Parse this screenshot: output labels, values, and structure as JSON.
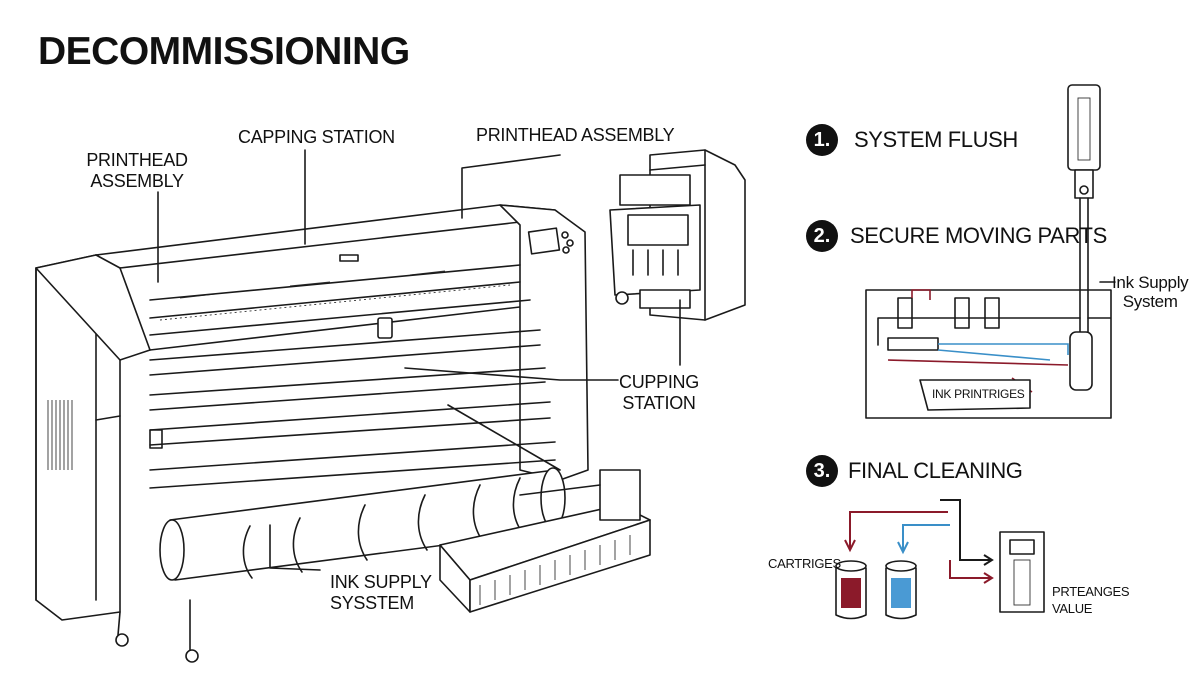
{
  "title": "DECOMMISSIONING",
  "labels": {
    "printhead_left_l1": "PRINTHEAD",
    "printhead_left_l2": "ASSEMBLY",
    "capping_top": "CAPPING STATION",
    "printhead_top": "PRINTHEAD ASSEMBLY",
    "cupping_l1": "CUPPING",
    "cupping_l2": "STATION",
    "ink_supply_l1": "INK SUPPLY",
    "ink_supply_l2": "SYSSTEM"
  },
  "steps": [
    {
      "number": "1.",
      "text": "SYSTEM FLUSH"
    },
    {
      "number": "2.",
      "text": "SECURE MOVING PARTS"
    },
    {
      "number": "3.",
      "text": "FINAL CLEANING"
    }
  ],
  "flush_diagram": {
    "ink_supply_l1": "Ink Supply",
    "ink_supply_l2": "System",
    "cartridge_box": "INK PRINTRIGES"
  },
  "cleaning_diagram": {
    "cartridges": "CARTRIGES",
    "value_l1": "PRTEANGES",
    "value_l2": "VALUE"
  },
  "colors": {
    "line": "#1a1a1a",
    "red_line": "#8b1a2a",
    "blue_line": "#3a8fc8",
    "red_fill": "#8b1a2a",
    "blue_fill": "#4a9ad4"
  }
}
